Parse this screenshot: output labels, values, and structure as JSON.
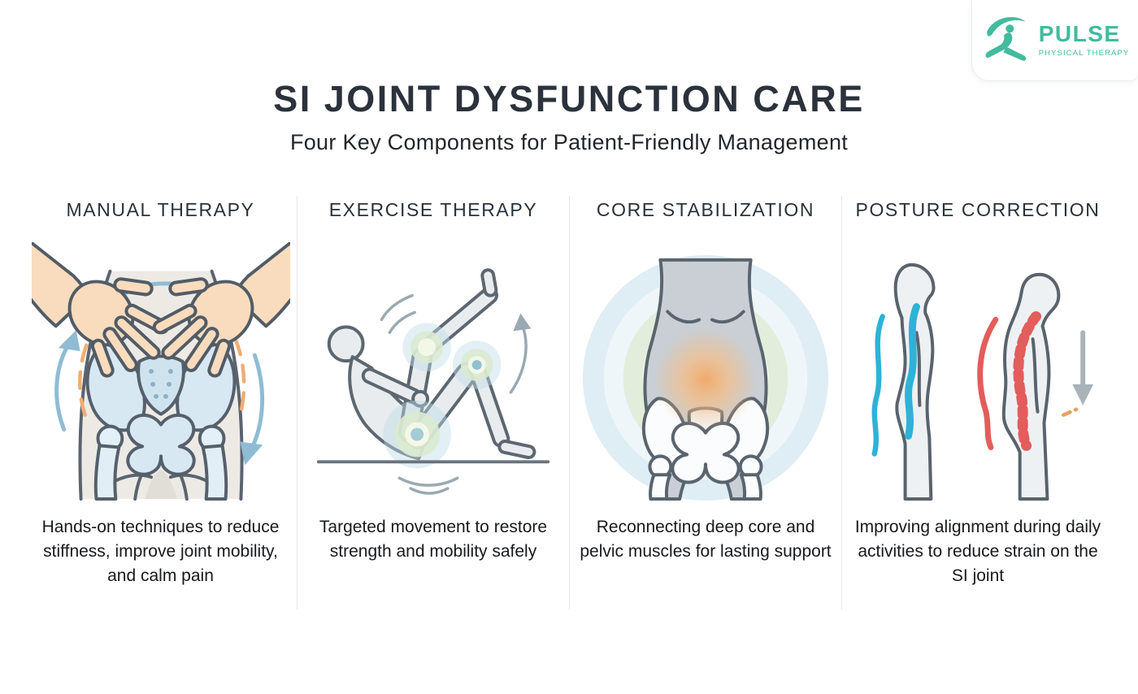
{
  "brand": {
    "name": "PULSE",
    "tagline": "PHYSICAL THERAPY",
    "logo_icon": "lunging-figure-icon",
    "color": "#42bb9e"
  },
  "header": {
    "title": "SI JOINT DYSFUNCTION CARE",
    "subtitle": "Four Key Components for Patient-Friendly Management"
  },
  "columns": [
    {
      "heading": "MANUAL THERAPY",
      "caption": "Hands-on techniques to reduce stiffness, improve joint mobility, and calm pain",
      "illustration": "therapist-hands-mobilizing-pelvis"
    },
    {
      "heading": "EXERCISE THERAPY",
      "caption": "Targeted movement to restore strength and mobility safely",
      "illustration": "supine-knee-to-chest-exercise"
    },
    {
      "heading": "CORE STABILIZATION",
      "caption": "Reconnecting deep core and pelvic muscles for lasting support",
      "illustration": "pelvis-with-core-activation-glow"
    },
    {
      "heading": "POSTURE CORRECTION",
      "caption": "Improving alignment during daily activities to reduce strain on the SI joint",
      "illustration": "upright-vs-slouched-posture-comparison"
    }
  ],
  "colors": {
    "accent_teal": "#42bb9e",
    "outline_gray": "#5a646e",
    "figure_gray": "#e9ecef",
    "bone_blue": "#d7e8f2",
    "arrow_blue": "#8fbcd4",
    "dash_orange": "#f0ad72",
    "activation_orange": "#f2a866",
    "good_posture_blue": "#2eb2d8",
    "poor_posture_red": "#e25d5c",
    "divider": "#e4e7e9"
  }
}
